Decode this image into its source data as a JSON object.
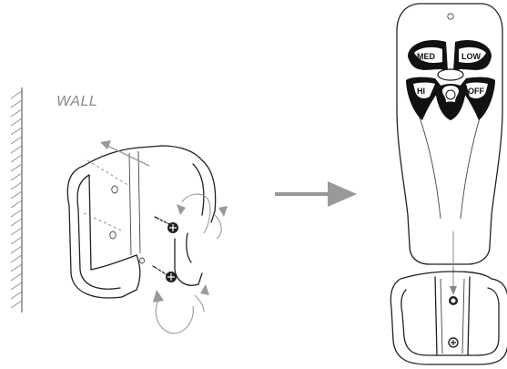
{
  "wall": {
    "label": "WALL"
  },
  "remote": {
    "buttons": {
      "med": "MED",
      "low": "LOW",
      "hi": "HI",
      "off": "OFF"
    },
    "light_button_icon": "light-bulb-icon"
  },
  "arrow": {
    "direction": "right",
    "color": "#999999"
  }
}
